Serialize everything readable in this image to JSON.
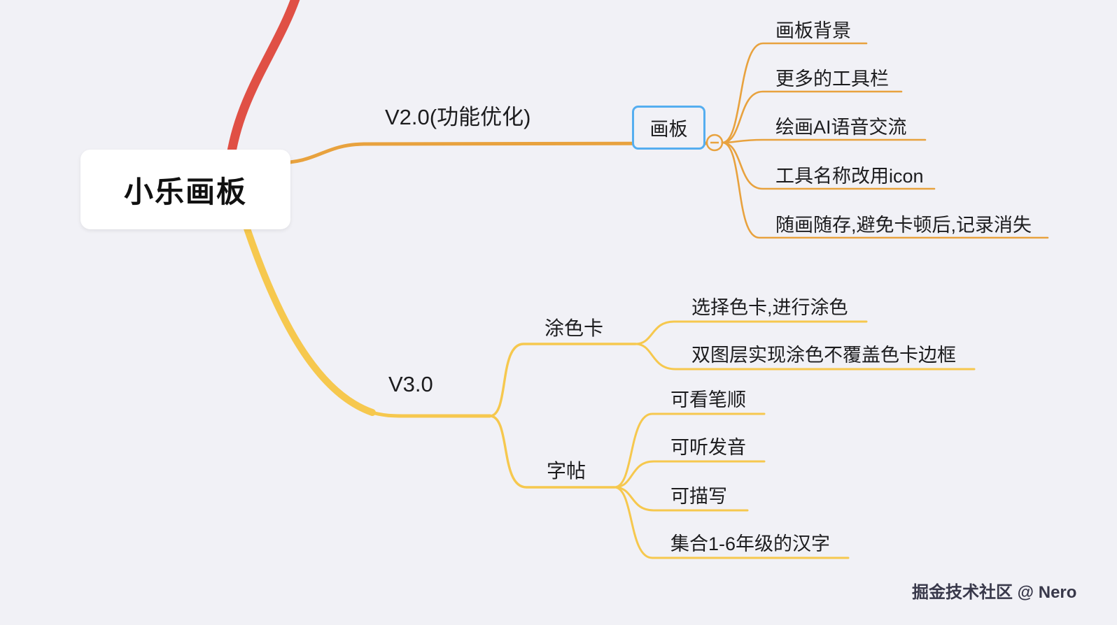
{
  "root": {
    "label": "小乐画板"
  },
  "branches": [
    {
      "label": "V2.0(功能优化)",
      "children": [
        {
          "label": "画板",
          "selected": true,
          "children": [
            "画板背景",
            "更多的工具栏",
            "绘画AI语音交流",
            "工具名称改用icon",
            "随画随存,避免卡顿后,记录消失"
          ]
        }
      ]
    },
    {
      "label": "V3.0",
      "children": [
        {
          "label": "涂色卡",
          "children": [
            "选择色卡,进行涂色",
            "双图层实现涂色不覆盖色卡边框"
          ]
        },
        {
          "label": "字帖",
          "children": [
            "可看笔顺",
            "可听发音",
            "可描写",
            "集合1-6年级的汉字"
          ]
        }
      ]
    }
  ],
  "watermark": "掘金技术社区 @ Nero",
  "colors": {
    "background": "#f1f1f6",
    "branch_red": "#e05045",
    "branch_orange": "#e8a23e",
    "branch_yellow": "#f6c84e",
    "selection_blue": "#55aef0",
    "text": "#1c1c1e"
  }
}
